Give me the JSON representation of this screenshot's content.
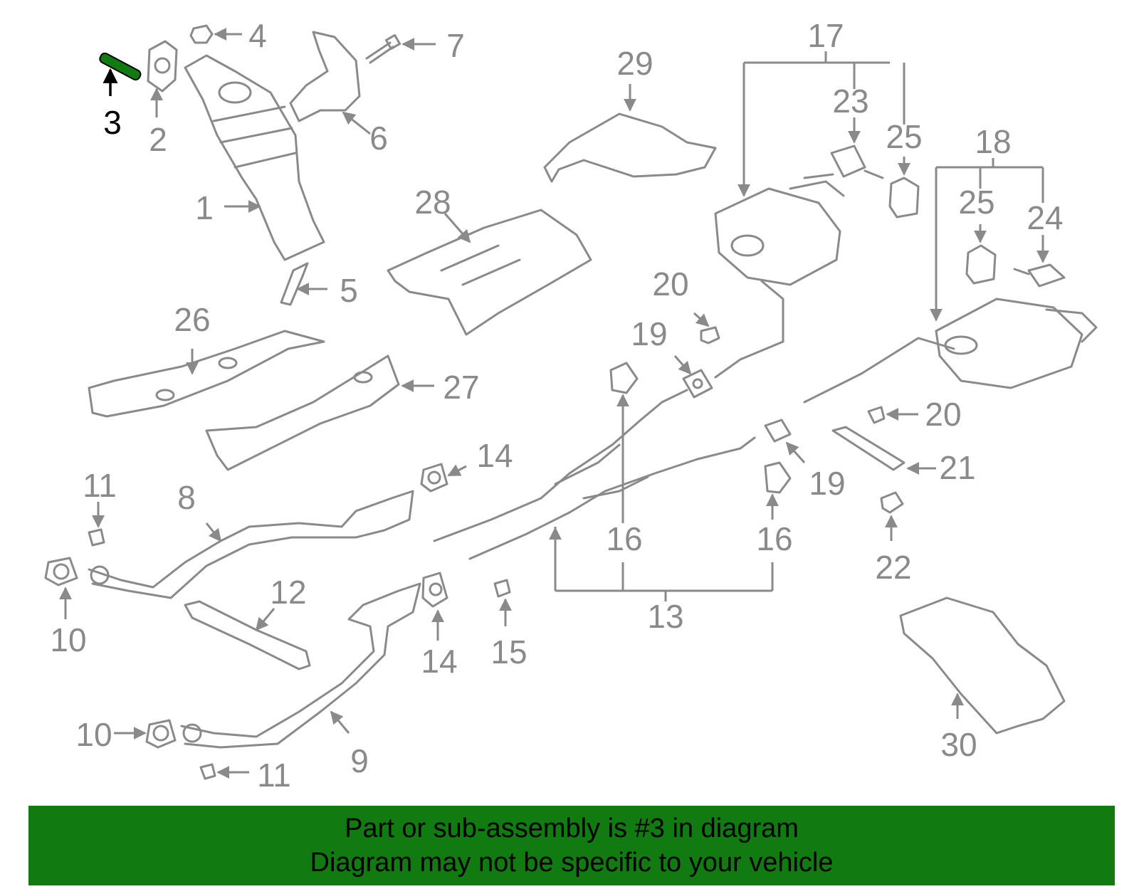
{
  "diagram": {
    "callouts": [
      "1",
      "2",
      "3",
      "4",
      "5",
      "6",
      "7",
      "8",
      "9",
      "10",
      "10",
      "11",
      "11",
      "12",
      "13",
      "14",
      "14",
      "15",
      "16",
      "16",
      "17",
      "18",
      "19",
      "19",
      "20",
      "20",
      "21",
      "22",
      "23",
      "24",
      "25",
      "25",
      "26",
      "27",
      "28",
      "29",
      "30"
    ],
    "highlighted_part": "3",
    "highlight_color": "#117a11",
    "line_color": "#8a8a8a"
  },
  "banner": {
    "line1": "Part or sub-assembly is #3 in diagram",
    "line2": "Diagram may not be specific to your vehicle",
    "background": "#117a11"
  }
}
